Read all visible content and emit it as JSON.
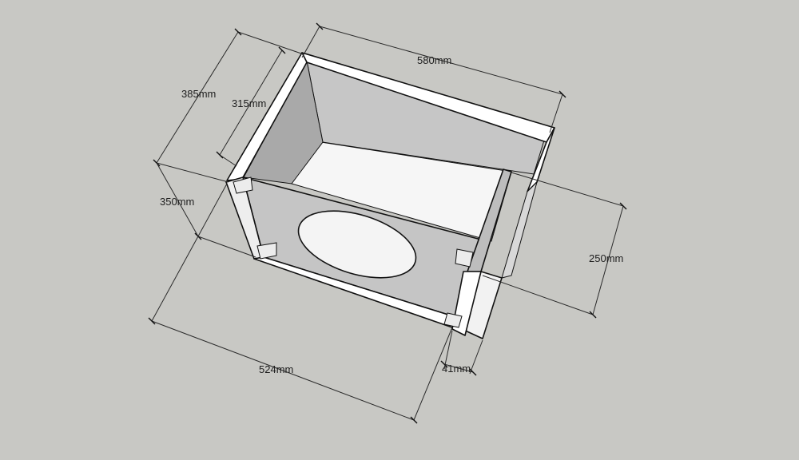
{
  "colors": {
    "background": "#c8c8c4",
    "panel_light": "#ffffff",
    "panel_face": "#c4c4c4",
    "panel_shadow": "#b2b2b2",
    "floor": "#f4f4f4",
    "edge": "#111111"
  },
  "dimensions": {
    "top_length": "580mm",
    "outer_depth": "385mm",
    "inner_depth": "315mm",
    "height": "350mm",
    "port_height": "250mm",
    "bottom_length": "524mm",
    "port_width": "41mm"
  }
}
